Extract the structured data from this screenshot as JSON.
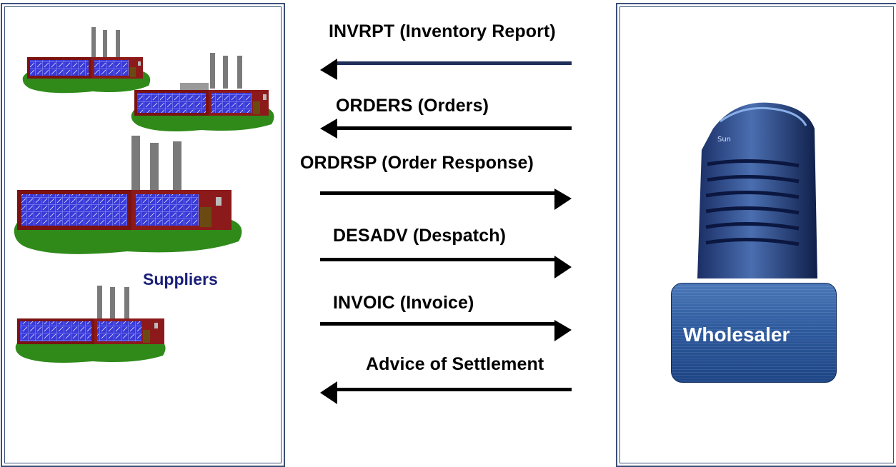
{
  "colors": {
    "arrow_navy": "#1f2f5a",
    "arrow_black": "#000000",
    "suppliers_text": "#1a1f7a",
    "server_blue": "#2e5a9e"
  },
  "left_panel": {
    "label": "Suppliers"
  },
  "right_panel": {
    "label": "Wholesaler"
  },
  "messages": [
    {
      "label": "INVRPT (Inventory Report)",
      "direction": "to-suppliers"
    },
    {
      "label": "ORDERS (Orders)",
      "direction": "to-suppliers"
    },
    {
      "label": "ORDRSP (Order Response)",
      "direction": "to-wholesaler"
    },
    {
      "label": "DESADV (Despatch)",
      "direction": "to-wholesaler"
    },
    {
      "label": "INVOIC (Invoice)",
      "direction": "to-wholesaler"
    },
    {
      "label": "Advice of Settlement",
      "direction": "to-suppliers"
    }
  ],
  "icons": [
    "factory-icon",
    "factory-icon",
    "factory-icon",
    "factory-icon",
    "server-icon"
  ]
}
